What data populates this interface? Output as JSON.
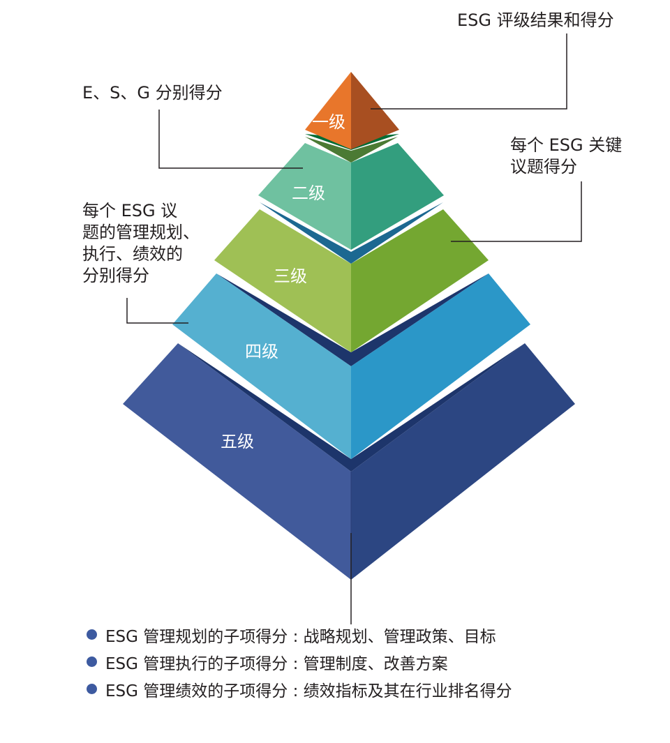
{
  "pyramid": {
    "levels": [
      {
        "label": "一级",
        "left_color": "#e8762b",
        "right_color": "#a84f21",
        "edge_color": "#006c35"
      },
      {
        "label": "二级",
        "left_color": "#6fc1a0",
        "right_color": "#339e7e",
        "edge_color": "#4b7a34"
      },
      {
        "label": "三级",
        "left_color": "#9fc055",
        "right_color": "#74a731",
        "edge_color": "#1c6891"
      },
      {
        "label": "四级",
        "left_color": "#55b0d0",
        "right_color": "#2b97c8",
        "edge_color": "#1d356b"
      },
      {
        "label": "五级",
        "left_color": "#415a9b",
        "right_color": "#2c4682",
        "edge_color": "#1d356b"
      }
    ]
  },
  "callouts": {
    "rating": "ESG 评级结果和得分",
    "pillar": "E、S、G 分别得分",
    "issue": "每个 ESG 关键\n议题得分",
    "management": "每个 ESG 议\n题的管理规划、\n执行、绩效的\n分别得分"
  },
  "legend": {
    "bullet_color": "#3d5aa0",
    "items": [
      "ESG 管理规划的子项得分 : 战略规划、管理政策、目标",
      "ESG 管理执行的子项得分 : 管理制度、改善方案",
      "ESG 管理绩效的子项得分 : 绩效指标及其在行业排名得分"
    ]
  }
}
